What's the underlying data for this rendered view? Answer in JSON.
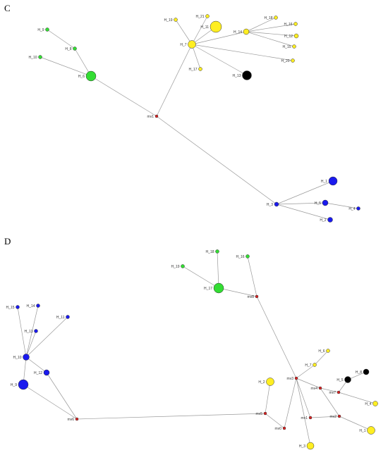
{
  "colors": {
    "green": "#33dd33",
    "yellow": "#ffee22",
    "blue": "#1a1aee",
    "black": "#000000",
    "mv": "#dd2222"
  },
  "panels": [
    {
      "label": "C",
      "nodes": [
        {
          "id": "H_9",
          "label": "H_9",
          "color": "green"
        },
        {
          "id": "H_8",
          "label": "H_8",
          "color": "green"
        },
        {
          "id": "H_10",
          "label": "H_10",
          "color": "green"
        },
        {
          "id": "H_6",
          "label": "H_6",
          "color": "green"
        },
        {
          "id": "mv1",
          "label": "mv1",
          "color": "mv"
        },
        {
          "id": "H_7",
          "label": "H_7",
          "color": "yellow"
        },
        {
          "id": "H_19",
          "label": "H_19",
          "color": "yellow"
        },
        {
          "id": "H_21",
          "label": "H_21",
          "color": "yellow"
        },
        {
          "id": "H_11",
          "label": "H_11",
          "color": "yellow"
        },
        {
          "id": "H_14",
          "label": "H_14",
          "color": "yellow"
        },
        {
          "id": "H_18",
          "label": "H_18",
          "color": "yellow"
        },
        {
          "id": "H_16",
          "label": "H_16",
          "color": "yellow"
        },
        {
          "id": "H_12",
          "label": "H_12",
          "color": "yellow"
        },
        {
          "id": "H_15",
          "label": "H_15",
          "color": "yellow"
        },
        {
          "id": "H_20",
          "label": "H_20",
          "color": "yellow"
        },
        {
          "id": "H_17",
          "label": "H_17",
          "color": "yellow"
        },
        {
          "id": "H_13",
          "label": "H_13",
          "color": "black"
        },
        {
          "id": "H_3",
          "label": "H_3",
          "color": "blue"
        },
        {
          "id": "H_1",
          "label": "H_1",
          "color": "blue"
        },
        {
          "id": "H_5",
          "label": "H_5",
          "color": "blue"
        },
        {
          "id": "H_4",
          "label": "H_4",
          "color": "blue"
        },
        {
          "id": "H_2",
          "label": "H_2",
          "color": "blue"
        }
      ],
      "edges": [
        [
          "H_9",
          "H_8"
        ],
        [
          "H_8",
          "H_6"
        ],
        [
          "H_10",
          "H_6"
        ],
        [
          "H_6",
          "mv1"
        ],
        [
          "mv1",
          "H_7"
        ],
        [
          "mv1",
          "H_3"
        ],
        [
          "H_7",
          "H_19"
        ],
        [
          "H_7",
          "H_21"
        ],
        [
          "H_7",
          "H_11"
        ],
        [
          "H_7",
          "H_14"
        ],
        [
          "H_7",
          "H_20"
        ],
        [
          "H_7",
          "H_17"
        ],
        [
          "H_7",
          "H_13"
        ],
        [
          "H_14",
          "H_18"
        ],
        [
          "H_14",
          "H_16"
        ],
        [
          "H_14",
          "H_12"
        ],
        [
          "H_14",
          "H_15"
        ],
        [
          "H_3",
          "H_1"
        ],
        [
          "H_3",
          "H_5"
        ],
        [
          "H_3",
          "H_2"
        ],
        [
          "H_5",
          "H_4"
        ]
      ]
    },
    {
      "label": "D",
      "nodes": [
        {
          "id": "H_18",
          "label": "H_18",
          "color": "green"
        },
        {
          "id": "H_16",
          "label": "H_16",
          "color": "green"
        },
        {
          "id": "H_19",
          "label": "H_19",
          "color": "green"
        },
        {
          "id": "H_17",
          "label": "H_17",
          "color": "green"
        },
        {
          "id": "mv8",
          "label": "mv8",
          "color": "mv"
        },
        {
          "id": "H_15",
          "label": "H_15",
          "color": "blue"
        },
        {
          "id": "H_14",
          "label": "H_14",
          "color": "blue"
        },
        {
          "id": "H_13",
          "label": "H_13",
          "color": "blue"
        },
        {
          "id": "H_11",
          "label": "H_11",
          "color": "blue"
        },
        {
          "id": "H_10",
          "label": "H_10",
          "color": "blue"
        },
        {
          "id": "H_12",
          "label": "H_12",
          "color": "blue"
        },
        {
          "id": "H_9",
          "label": "H_9",
          "color": "blue"
        },
        {
          "id": "mv6",
          "label": "mv6",
          "color": "mv"
        },
        {
          "id": "mv5",
          "label": "mv5",
          "color": "mv"
        },
        {
          "id": "H_2",
          "label": "H_2",
          "color": "yellow"
        },
        {
          "id": "mv3",
          "label": "mv3",
          "color": "mv"
        },
        {
          "id": "H_6",
          "label": "H_6",
          "color": "yellow"
        },
        {
          "id": "H_7",
          "label": "H_7",
          "color": "yellow"
        },
        {
          "id": "H_5",
          "label": "H_5",
          "color": "black"
        },
        {
          "id": "H_8",
          "label": "H_8",
          "color": "black"
        },
        {
          "id": "mv4",
          "label": "mv4",
          "color": "mv"
        },
        {
          "id": "mv7",
          "label": "mv7",
          "color": "mv"
        },
        {
          "id": "H_4",
          "label": "H_4",
          "color": "yellow"
        },
        {
          "id": "mv2",
          "label": "mv2",
          "color": "mv"
        },
        {
          "id": "mv1",
          "label": "mv1",
          "color": "mv"
        },
        {
          "id": "mv0",
          "label": "mv0",
          "color": "mv"
        },
        {
          "id": "H_1",
          "label": "H_1",
          "color": "yellow"
        },
        {
          "id": "H_3",
          "label": "H_3",
          "color": "yellow"
        }
      ],
      "edges": [
        [
          "H_18",
          "H_17"
        ],
        [
          "H_16",
          "mv8"
        ],
        [
          "H_19",
          "H_17"
        ],
        [
          "H_17",
          "mv8"
        ],
        [
          "H_15",
          "H_10"
        ],
        [
          "H_14",
          "H_10"
        ],
        [
          "H_13",
          "H_10"
        ],
        [
          "H_11",
          "H_10"
        ],
        [
          "H_10",
          "H_12"
        ],
        [
          "H_10",
          "H_9"
        ],
        [
          "H_12",
          "mv6"
        ],
        [
          "H_9",
          "mv6"
        ],
        [
          "mv6",
          "mv5"
        ],
        [
          "H_2",
          "mv5"
        ],
        [
          "mv5",
          "mv0"
        ],
        [
          "mv8",
          "mv3"
        ],
        [
          "mv3",
          "mv0"
        ],
        [
          "mv3",
          "H_3"
        ],
        [
          "mv3",
          "mv4"
        ],
        [
          "mv3",
          "mv1"
        ],
        [
          "H_6",
          "H_7"
        ],
        [
          "H_7",
          "mv3"
        ],
        [
          "mv4",
          "mv7"
        ],
        [
          "mv7",
          "H_5"
        ],
        [
          "H_5",
          "H_8"
        ],
        [
          "mv4",
          "mv2"
        ],
        [
          "mv1",
          "mv2"
        ],
        [
          "mv2",
          "H_1"
        ],
        [
          "mv7",
          "H_4"
        ]
      ]
    }
  ]
}
